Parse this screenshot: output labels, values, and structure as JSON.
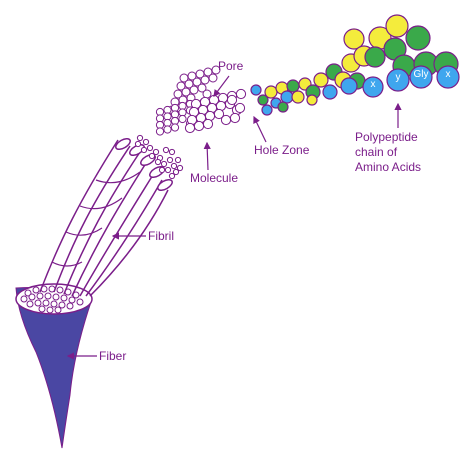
{
  "diagram": {
    "labels": {
      "pore": "Pore",
      "molecule": "Molecule",
      "hole_zone": "Hole Zone",
      "polypeptide_line1": "Polypeptide",
      "polypeptide_line2": "chain of",
      "polypeptide_line3": "Amino Acids",
      "fibril": "Fibril",
      "fiber": "Fiber"
    },
    "sequence": [
      "x",
      "y",
      "Gly",
      "x"
    ],
    "colors": {
      "outline": "#7b1e8a",
      "fiber_fill": "#4a47a3",
      "yellow": "#f4ec3c",
      "green": "#3aa94a",
      "blue": "#3fa6ee"
    }
  }
}
